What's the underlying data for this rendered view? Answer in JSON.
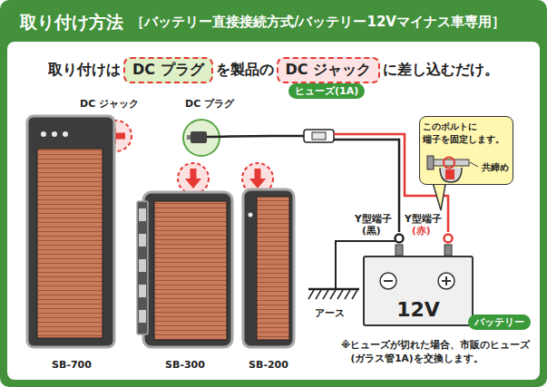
{
  "diagram": {
    "title": "取り付け方法",
    "nodes": [
      {
        "text": [
          "DC プラグ"
        ]
      },
      {
        "text": [
          "DC ジャック"
        ]
      },
      {
        "text": [
          "SB-700"
        ]
      },
      {
        "text": [
          "SB-300"
        ]
      },
      {
        "text": [
          "SB-200"
        ]
      },
      {
        "text": [
          "ヒューズ(1A)"
        ]
      },
      {
        "text": [
          "このボルトに 端子を固定します。"
        ]
      },
      {
        "text": [
          "12V"
        ]
      },
      {
        "text": [
          "バッテリー"
        ]
      }
    ],
    "labels": [
      "［バッテリー直接接続方式/バッテリー12Vマイナス車専用］",
      "取り付けは",
      "を製品の",
      "に差し込むだけ。",
      "DC ジャック",
      "DC プラグ",
      "共締め",
      "Y型端子",
      "(黒)",
      "Y型端子",
      "(赤)",
      "アース",
      "※ヒューズが切れた場合、市販のヒューズ (ガラス管1A)を交換します。"
    ]
  }
}
